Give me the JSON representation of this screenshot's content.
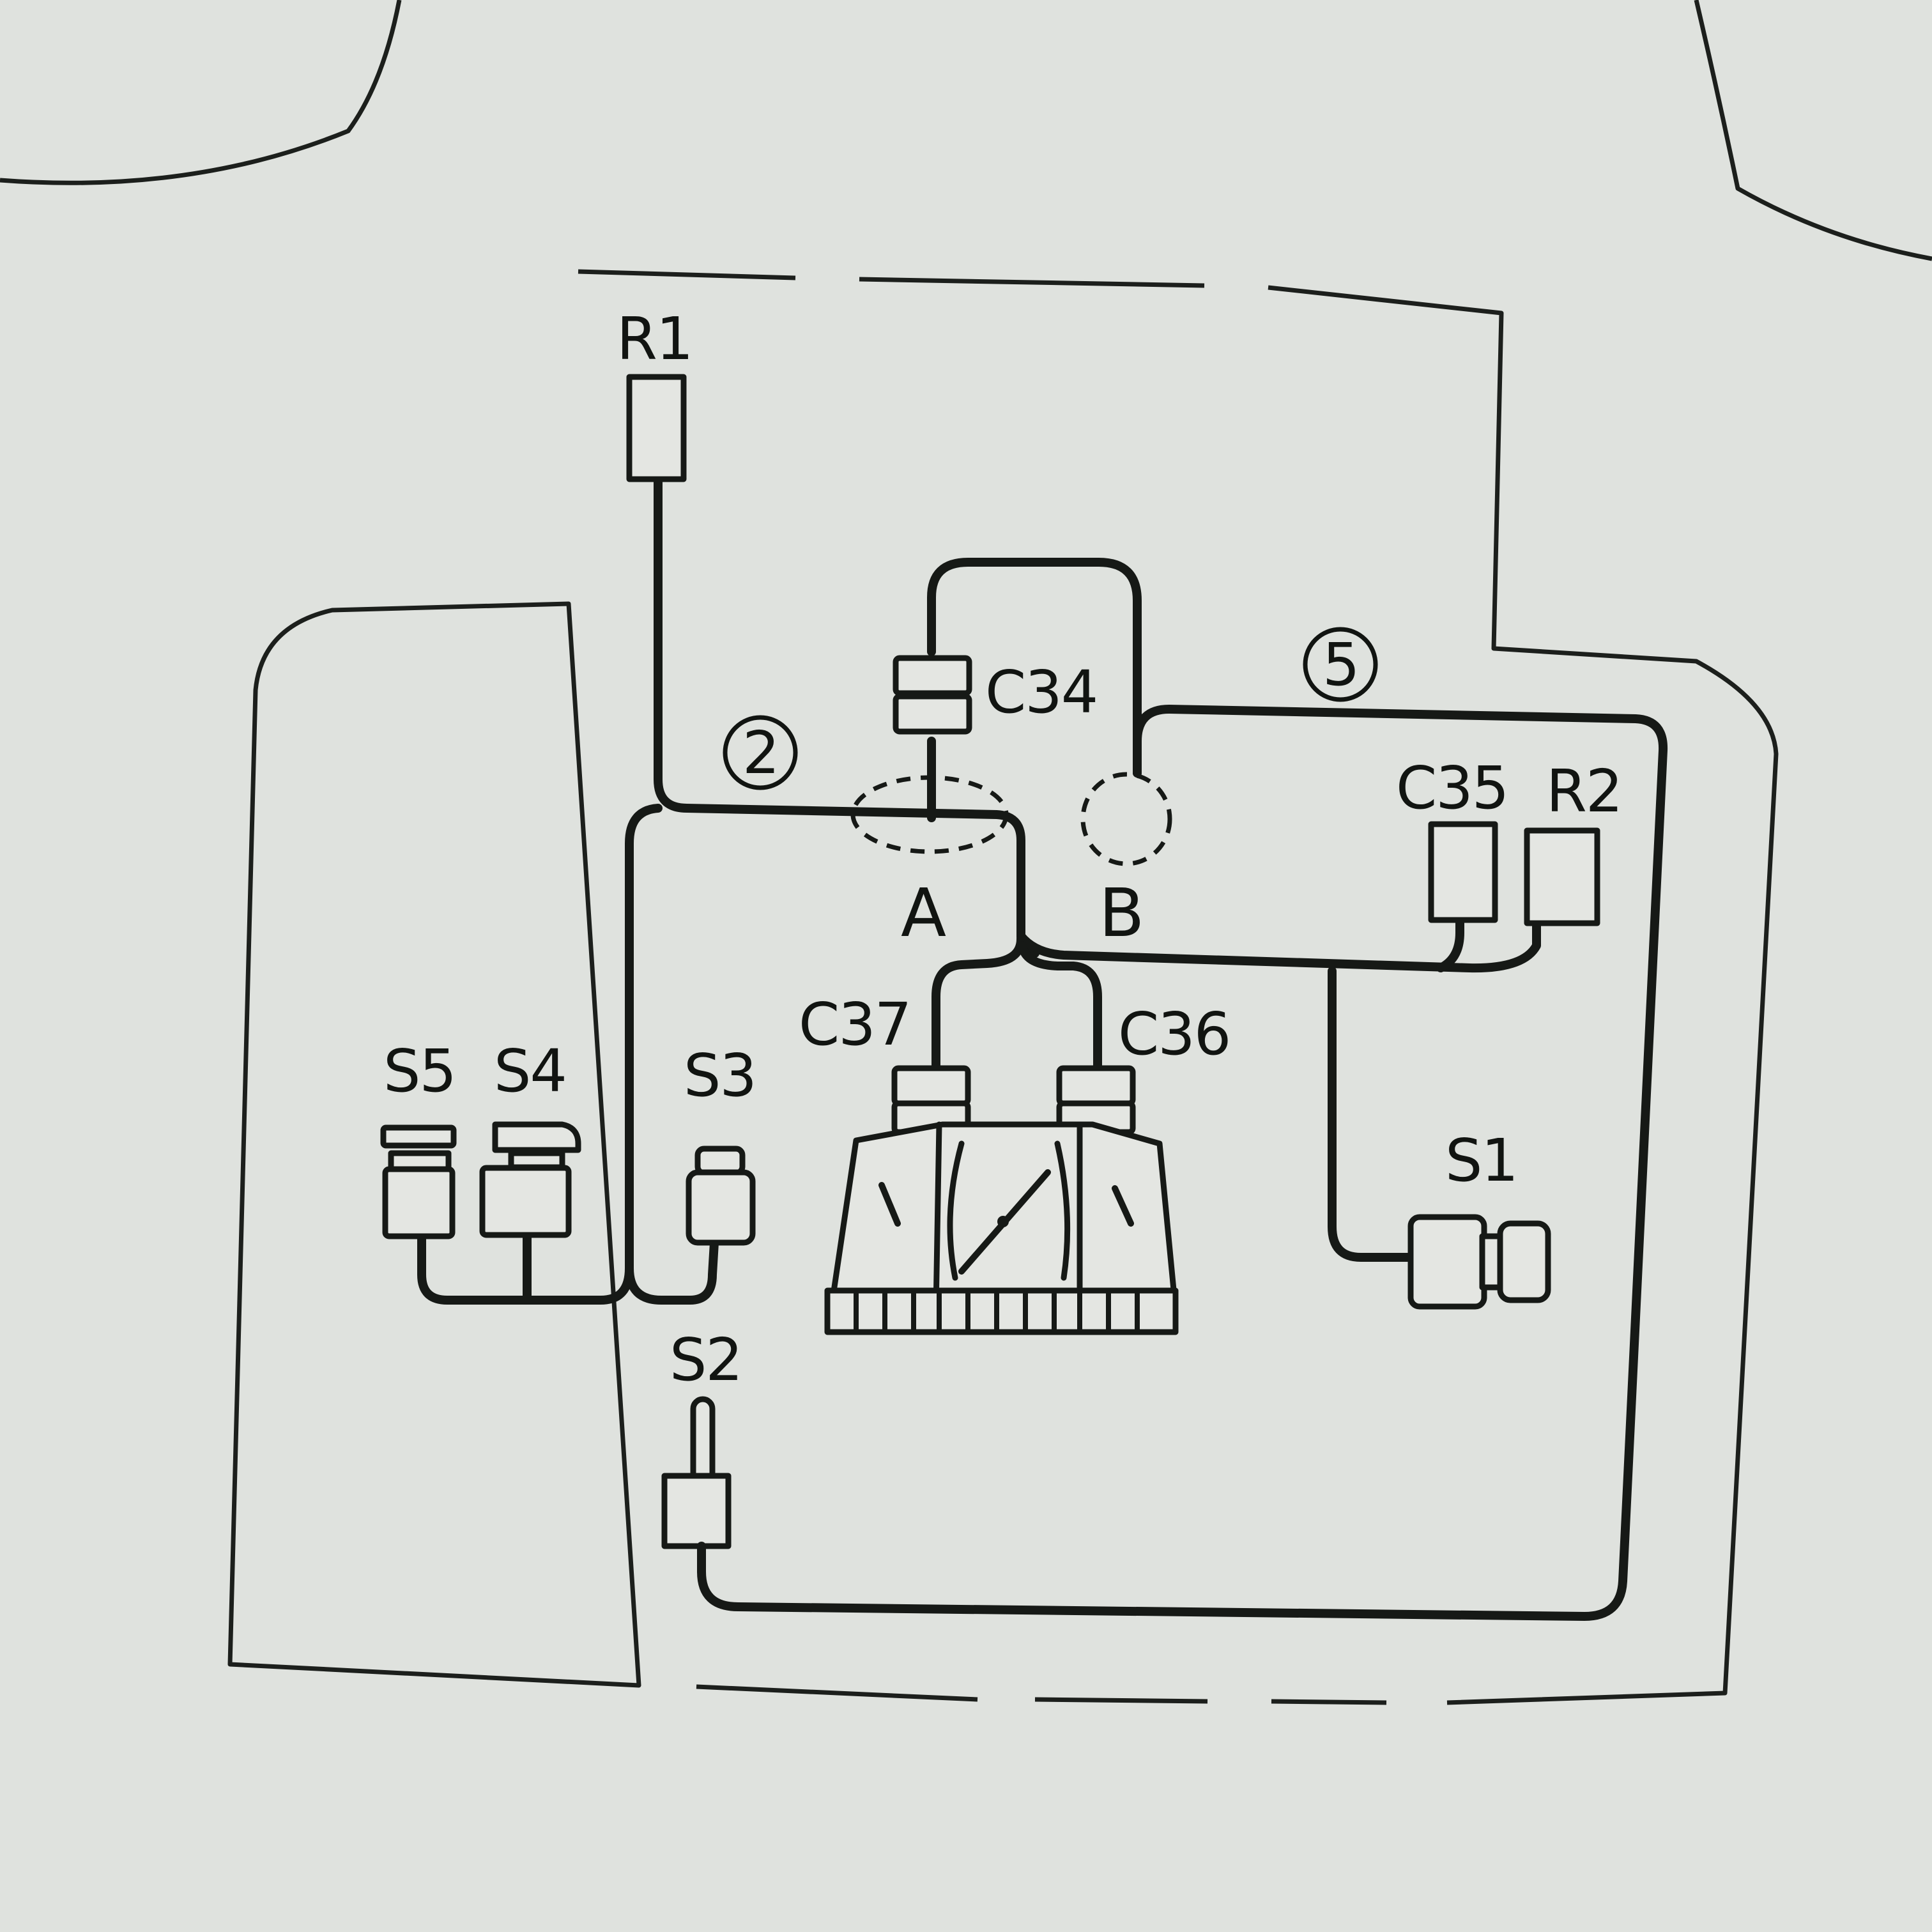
{
  "labels": {
    "r1": "R1",
    "r2": "R2",
    "c34": "C34",
    "c35": "C35",
    "c36": "C36",
    "c37": "C37",
    "s1": "S1",
    "s2": "S2",
    "s3": "S3",
    "s4": "S4",
    "s5": "S5",
    "point_a": "A",
    "point_b": "B",
    "harness_2": "2",
    "harness_5": "5"
  }
}
